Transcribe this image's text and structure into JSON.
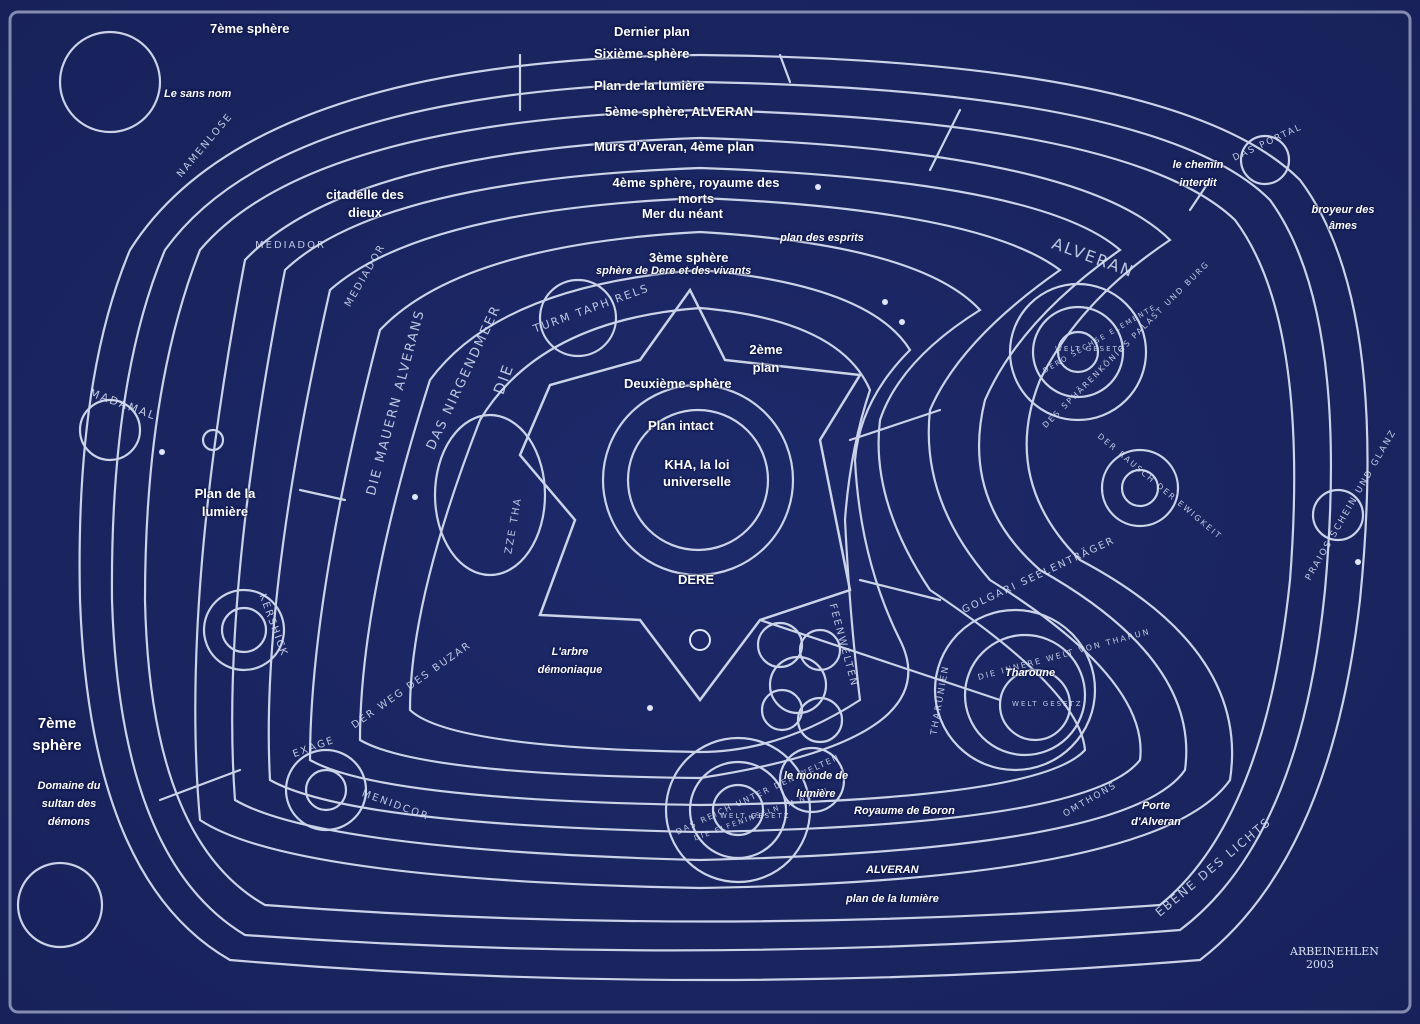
{
  "map": {
    "colors": {
      "background": "#1a2456",
      "ink": "#dfe6f7",
      "label": "#ffffff"
    },
    "labels": {
      "septieme_sphere_top": "7ème sphère",
      "dernier_plan": "Dernier plan",
      "sixieme_sphere": "Sixième sphère",
      "plan_lumiere_top": "Plan de la lumière",
      "cinquieme_sphere": "5ème sphère, ALVERAN",
      "murs_averan": "Murs d'Averan, 4ème plan",
      "quatrieme_sphere": "4ème sphère, royaume des morts",
      "mer_neant": "Mer du néant",
      "plan_esprits": "plan des esprits",
      "troisieme_sphere": "3ème sphère",
      "sphere_dere": "sphère de Dere et des vivants",
      "deuxieme_plan": "2ème plan",
      "deuxieme_sphere": "Deuxième sphère",
      "plan_intact": "Plan intact",
      "kha": "KHA, la loi universelle",
      "dere": "DERE",
      "le_sans_nom": "Le sans nom",
      "citadelle": "citadelle des dieux",
      "plan_lumiere_left": "Plan de la lumière",
      "septieme_sphere_left": "7ème sphère",
      "domaine_sultan": "Domaine du sultan des démons",
      "arbre_demoniaque": "L'arbre démoniaque",
      "chemin_interdit": "le chemin interdit",
      "broyeur": "broyeur des âmes",
      "tharoune": "Tharoune",
      "monde_lumiere": "le monde de lumière",
      "royaume_boron": "Royaume de Boron",
      "porte_alveran": "Porte d'Alveran",
      "alveran_bottom": "ALVERAN",
      "plan_lumiere_bottom": "plan de la lumière"
    },
    "sketch_text": {
      "alveran_right": "ALVERAN",
      "die_mauern": "DIE MAUERN ALVERANS",
      "das_nirgendmeer": "DAS NIRGENDMEER",
      "die": "DIE",
      "turm_taphirels": "TURM TAPHIRELS",
      "mediador_top": "MEDIADOR",
      "mediador": "MEDIADOR",
      "madamal": "MADAMAL",
      "namenlose": "NAMENLOSE",
      "zze_tha": "ZZE THA",
      "kershick": "KERSHICK",
      "der_weg_des_buzar": "DER WEG DES BUZAR",
      "exage": "EXAGE",
      "menidcor": "MENIDCOR",
      "feenwelten": "FEENWELTEN",
      "sphaerenkoenigs": "DES SPHÄRENKÖNIGS PALAST UND BURG",
      "dere_sechse": "DERO SECHSE ELEMENTE",
      "welt_gesetz_1": "WELT GESETZ",
      "rausch": "DER RAUSCH DER EWIGKEIT",
      "praios": "PRAIOS SCHEIN UND GLANZ",
      "golgari": "GOLGARI SEELENTRÄGER",
      "tharunien": "THARUNIEN",
      "innere_welt": "DIE INNERE WELT VON THARUN",
      "welt_gesetz_2": "WELT GESETZ",
      "reich_unter": "DAS REICH UNTER DEN WELTEN",
      "elfeninseln": "DIE ELFENINSELN IM NEBEL",
      "welt_gesetz_3": "WELT GESETZ",
      "ebene_des_lichts": "EBENE DES LICHTS",
      "omthons": "OMTHONS",
      "das_portal": "DAS PORTAL",
      "signature": "ARBEINEHLEN 2003"
    }
  }
}
